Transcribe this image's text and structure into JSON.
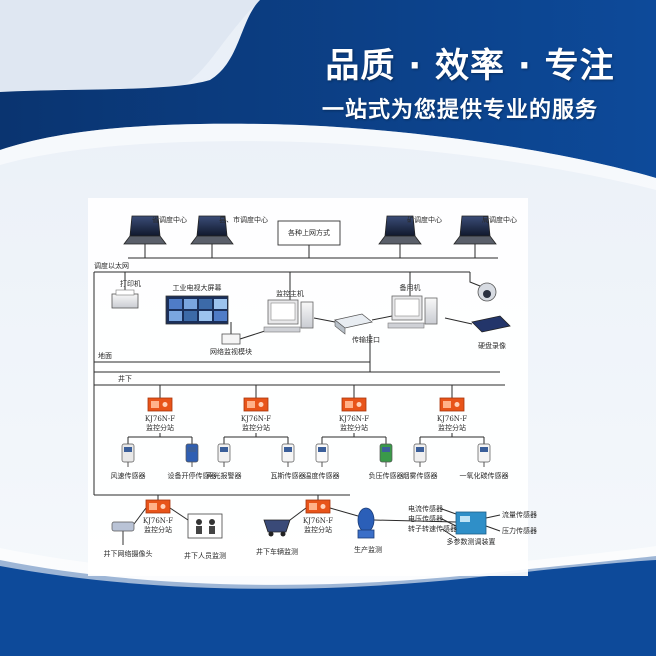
{
  "banner": {
    "slogan": "品质 · 效率 · 专注",
    "tagline": "一站式为您提供专业的服务"
  },
  "colors": {
    "banner_blue": "#0d4a9a",
    "banner_dark": "#0a3470",
    "line": "#2b2b2b",
    "node_orange": "#e8541a",
    "panel_bg": "#ffffff"
  },
  "diagram": {
    "top_computers": [
      {
        "label": "省调度中心"
      },
      {
        "label": "县、市调度中心"
      },
      {
        "label": "矿调度中心"
      },
      {
        "label": "局调度中心"
      }
    ],
    "internet_box": "各种上网方式",
    "network_label": "调度以太网",
    "printer_label": "打印机",
    "tv_wall_label": "工业电视大屏幕",
    "monitor_host_label": "监控主机",
    "backup_label": "备用机",
    "camera_label": "",
    "recorder_label": "硬盘录像",
    "router_label": "网络监视模块",
    "switch_label": "传输接口",
    "ground_label": "地面",
    "underground_label": "井下",
    "substations": [
      {
        "model": "KJ76N-F",
        "name": "监控分站"
      },
      {
        "model": "KJ76N-F",
        "name": "监控分站"
      },
      {
        "model": "KJ76N-F",
        "name": "监控分站"
      },
      {
        "model": "KJ76N-F",
        "name": "监控分站"
      }
    ],
    "sensors": [
      {
        "label": "风速传感器"
      },
      {
        "label": "设备开停传感器"
      },
      {
        "label": "声光报警器"
      },
      {
        "label": "瓦斯传感器"
      },
      {
        "label": "温度传感器"
      },
      {
        "label": "负压传感器"
      },
      {
        "label": "烟雾传感器"
      },
      {
        "label": "一氧化碳传感器"
      }
    ],
    "bottom_substations": [
      {
        "model": "KJ76N-F",
        "name": "监控分站"
      },
      {
        "model": "KJ76N-F",
        "name": "监控分站"
      }
    ],
    "bottom_devices": [
      {
        "label": "井下网络摄像头"
      },
      {
        "label": "井下人员监测"
      },
      {
        "label": "井下车辆监测"
      },
      {
        "label": "生产监测"
      },
      {
        "label": "多参数测调装置"
      }
    ],
    "hub_left_labels": [
      "电流传感器",
      "电压传感器",
      "转子转速传感器"
    ],
    "hub_right_labels": [
      "流量传感器",
      "压力传感器"
    ]
  }
}
